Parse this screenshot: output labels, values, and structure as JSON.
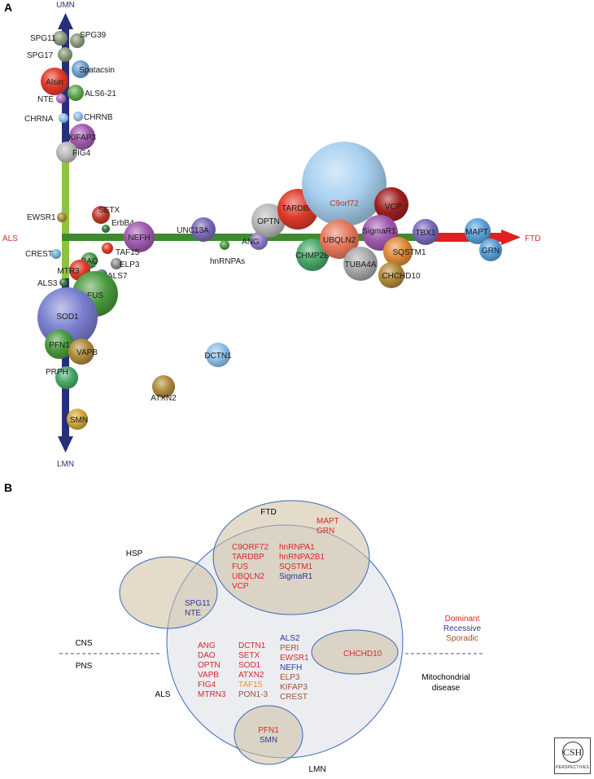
{
  "panel_a": {
    "label": "A",
    "axis_labels": {
      "top": "UMN",
      "bottom": "LMN",
      "left": "ALS",
      "right": "FTD"
    },
    "colors": {
      "umn_lmn_arrow": "#25307a",
      "hsp_segment": "#8cc43f",
      "als_ftd_bar": "#3e8a2e",
      "ftd_arrow": "#e02020",
      "als_label": "#d42a2a",
      "ftd_label": "#d42a2a"
    },
    "genes": [
      {
        "name": "SPG11",
        "color": "#8a9a7a"
      },
      {
        "name": "SPG39",
        "color": "#8a9a7a"
      },
      {
        "name": "SPG17",
        "color": "#8a9a7a"
      },
      {
        "name": "Spatacsin",
        "color": "#6f9fd4"
      },
      {
        "name": "Alsin",
        "color": "#e03a2a"
      },
      {
        "name": "ALS6-21",
        "color": "#5fa84a"
      },
      {
        "name": "NTE",
        "color": "#b070c0"
      },
      {
        "name": "CHRNA",
        "color": "#8fc0e8"
      },
      {
        "name": "CHRNB",
        "color": "#8fc0e8"
      },
      {
        "name": "KIFAP3",
        "color": "#a05ab0"
      },
      {
        "name": "FIG4",
        "color": "#b8b8b8"
      },
      {
        "name": "SETX",
        "color": "#c03a2a"
      },
      {
        "name": "ErbB4",
        "color": "#2e7a3e"
      },
      {
        "name": "EWSR1",
        "color": "#a88a3a"
      },
      {
        "name": "NEFH",
        "color": "#a05ab0"
      },
      {
        "name": "UNC13A",
        "color": "#7a6ab8"
      },
      {
        "name": "CREST",
        "color": "#6fb0d8"
      },
      {
        "name": "TAF15",
        "color": "#e03a2a"
      },
      {
        "name": "DAO",
        "color": "#4a9a4a"
      },
      {
        "name": "ELP3",
        "color": "#8a8a8a"
      },
      {
        "name": "MTR3",
        "color": "#e03a2a"
      },
      {
        "name": "ALS7",
        "color": "#4a7a8a"
      },
      {
        "name": "ALS3",
        "color": "#3e7a3e"
      },
      {
        "name": "FUS",
        "color": "#4a9a3e"
      },
      {
        "name": "SOD1",
        "color": "#7a80d0"
      },
      {
        "name": "PFN1",
        "color": "#4a9a3e"
      },
      {
        "name": "VAPB",
        "color": "#b08a3a"
      },
      {
        "name": "PRPH",
        "color": "#4aa86a"
      },
      {
        "name": "SMN",
        "color": "#d0a83a"
      },
      {
        "name": "hnRNPAs",
        "color": "#4a9a3e"
      },
      {
        "name": "ANG",
        "color": "#8a7ac8"
      },
      {
        "name": "OPTN",
        "color": "#b8b8b8"
      },
      {
        "name": "TARDBP",
        "color": "#e03a2a"
      },
      {
        "name": "C9orf72",
        "color": "#a8d0f0"
      },
      {
        "name": "VCP",
        "color": "#a02020"
      },
      {
        "name": "CHMP2B",
        "color": "#4aa86a"
      },
      {
        "name": "UBQLN2",
        "color": "#e8785a"
      },
      {
        "name": "SigmaR1",
        "color": "#a05ab0"
      },
      {
        "name": "TUBA4A",
        "color": "#a8a8a8"
      },
      {
        "name": "TBX1",
        "color": "#7a6ab8"
      },
      {
        "name": "SQSTM1",
        "color": "#e08a3a"
      },
      {
        "name": "CHCHD10",
        "color": "#b08a3a"
      },
      {
        "name": "MAPT",
        "color": "#5aa0d8"
      },
      {
        "name": "GRN",
        "color": "#5aa0d8"
      },
      {
        "name": "DCTN1",
        "color": "#8fc0e8"
      },
      {
        "name": "ATXN2",
        "color": "#b08a3a"
      }
    ]
  },
  "panel_b": {
    "label": "B",
    "region_labels": {
      "ftd": "FTD",
      "hsp": "HSP",
      "als": "ALS",
      "lmn": "LMN",
      "mito": [
        "Mitochondrial",
        "disease"
      ],
      "cns": "CNS",
      "pns": "PNS"
    },
    "legend": [
      {
        "label": "Dominant",
        "color": "#d42a2a"
      },
      {
        "label": "Recessive",
        "color": "#2a3a9a"
      },
      {
        "label": "Sporadic",
        "color": "#a0522d"
      }
    ],
    "gene_columns": {
      "ftd_left": [
        "C9ORF72",
        "TARDBP",
        "FUS",
        "UBQLN2",
        "VCP"
      ],
      "ftd_right": [
        {
          "t": "hnRNPA1",
          "c": "#d42a2a"
        },
        {
          "t": "hnRNPA2B1",
          "c": "#d42a2a"
        },
        {
          "t": "SQSTM1",
          "c": "#d42a2a"
        },
        {
          "t": "SigmaR1",
          "c": "#2a3a9a"
        }
      ],
      "ftd_only": [
        "MAPT",
        "GRN"
      ],
      "hsp_overlap": [
        "SPG11",
        "NTE"
      ],
      "als_col1": [
        "ANG",
        "DAO",
        "OPTN",
        "VAPB",
        "FIG4",
        "MTRN3"
      ],
      "als_col2": [
        {
          "t": "DCTN1",
          "c": "#d42a2a"
        },
        {
          "t": "SETX",
          "c": "#d42a2a"
        },
        {
          "t": "SOD1",
          "c": "#d42a2a"
        },
        {
          "t": "ATXN2",
          "c": "#d42a2a"
        },
        {
          "t": "TAF15",
          "c": "#e8901a"
        },
        {
          "t": "PON1-3",
          "c": "#a0522d"
        }
      ],
      "als_col3": [
        {
          "t": "ALS2",
          "c": "#2a3a9a"
        },
        {
          "t": "PERI",
          "c": "#a0522d"
        },
        {
          "t": "EWSR1",
          "c": "#d42a2a"
        },
        {
          "t": "NEFH",
          "c": "#2a3a9a"
        },
        {
          "t": "ELP3",
          "c": "#a0522d"
        },
        {
          "t": "KIFAP3",
          "c": "#a0522d"
        },
        {
          "t": "CREST",
          "c": "#a0522d"
        }
      ],
      "mito_overlap": [
        "CHCHD10"
      ],
      "lmn_overlap": [
        {
          "t": "PFN1",
          "c": "#d42a2a"
        },
        {
          "t": "SMN",
          "c": "#2a3a9a"
        }
      ]
    }
  },
  "logo": {
    "main": "CSH",
    "sub": "PERSPECTIVES"
  }
}
